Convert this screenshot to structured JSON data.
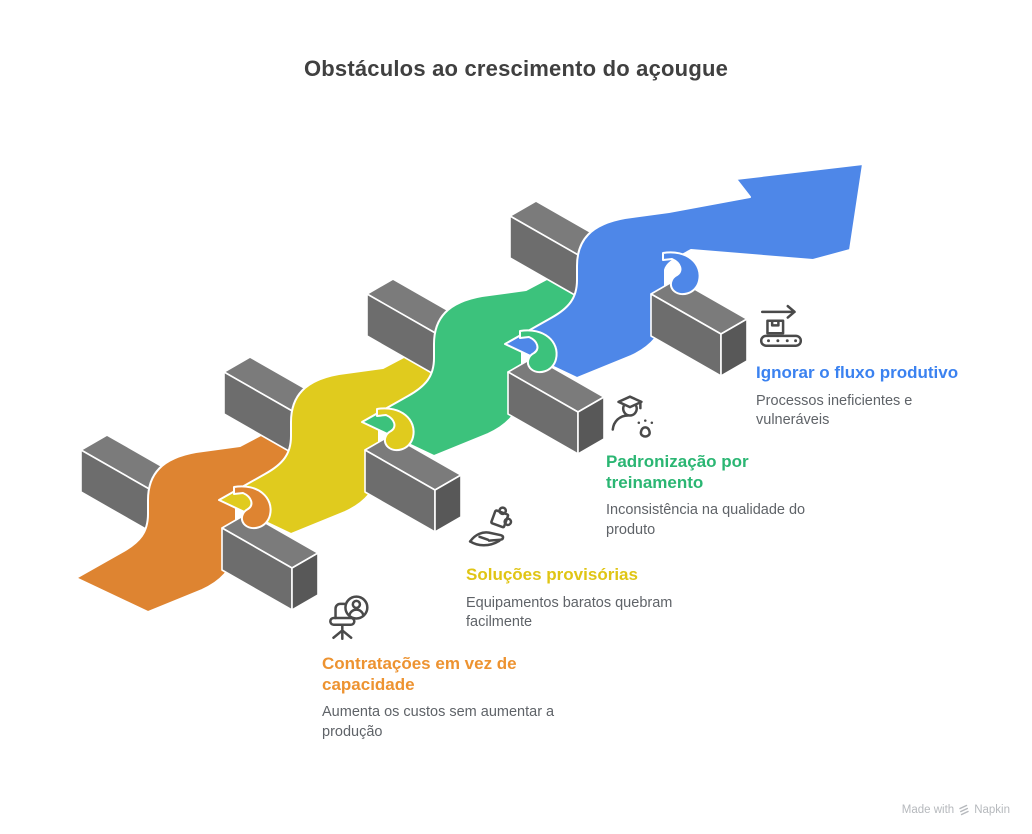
{
  "header": {
    "title": "Obstáculos ao crescimento do açougue"
  },
  "items": [
    {
      "title": "Contratações em vez de capacidade",
      "description": "Aumenta os custos sem aumentar a produção",
      "title_color": "#ED9331",
      "ribbon_color": "#DE8431",
      "icon": "office-chair-person-icon"
    },
    {
      "title": "Soluções provisórias",
      "description": "Equipamentos baratos quebram facilmente",
      "title_color": "#E0C515",
      "ribbon_color": "#E0CB1E",
      "icon": "hand-puzzle-icon"
    },
    {
      "title": "Padronização por treinamento",
      "description": "Inconsistência na qualidade do produto",
      "title_color": "#2BB673",
      "ribbon_color": "#3CC27C",
      "icon": "graduate-paw-icon"
    },
    {
      "title": "Ignorar o fluxo produtivo",
      "description": "Processos ineficientes e vulneráveis",
      "title_color": "#3B82F0",
      "ribbon_color": "#4E87E8",
      "icon": "conveyor-belt-icon"
    }
  ],
  "blocks": {
    "top_color": "#7B7B7B",
    "front_color": "#6D6D6D",
    "end_color": "#585858"
  },
  "icon_stroke": "#4a4a4a",
  "watermark": {
    "text": "Made with",
    "brand": "Napkin"
  }
}
